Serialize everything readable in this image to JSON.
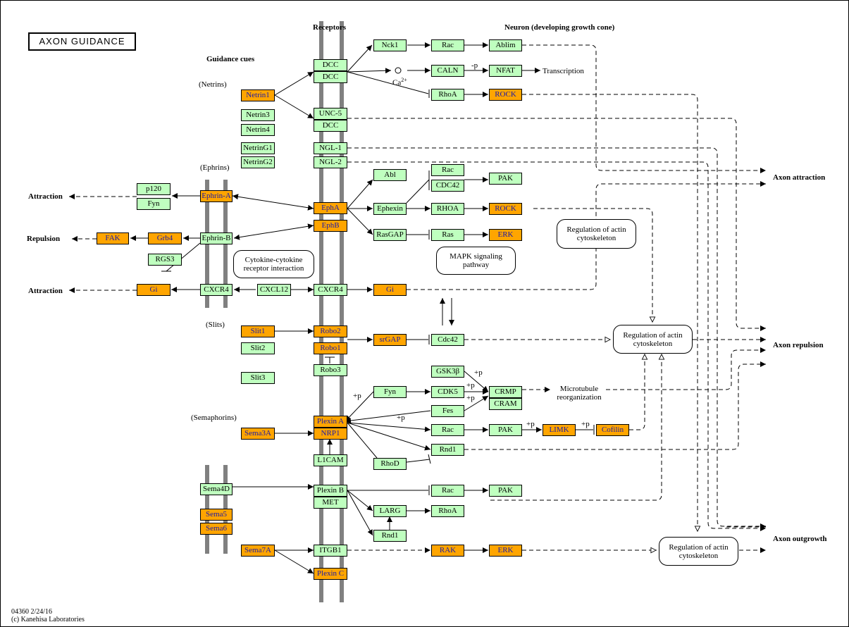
{
  "title": "AXON GUIDANCE",
  "headers": {
    "receptors": "Receptors",
    "neuron": "Neuron (developing growth cone)",
    "guidance_cues": "Guidance cues"
  },
  "groups": {
    "netrins": "(Netrins)",
    "ephrins": "(Ephrins)",
    "slits": "(Slits)",
    "semaphorins": "(Semaphorins)"
  },
  "outcomes": {
    "attraction_1": "Attraction",
    "repulsion": "Repulsion",
    "attraction_2": "Attraction",
    "axon_attraction": "Axon attraction",
    "axon_repulsion": "Axon repulsion",
    "axon_outgrowth": "Axon outgrowth"
  },
  "texts": {
    "transcription": "Transcription",
    "microtubule_1": "Microtubule",
    "microtubule_2": "reorganization",
    "ca": "Ca",
    "ca_sup": "2+"
  },
  "mods": {
    "nfat_p": "-p",
    "gsk_p": "+p",
    "cdk5_p": "+p",
    "fes_p": "+p",
    "fyn_p": "+p",
    "rac_p": "+p",
    "pak_p": "+p",
    "limk_p": "+p"
  },
  "rounded": {
    "cytokine": "Cytokine-cytokine receptor interaction",
    "mapk": "MAPK signaling pathway",
    "reg1": "Regulation of actin cytoskeleton",
    "reg2": "Regulation of actin cytoskeleton",
    "reg3": "Regulation of actin cytoskeleton"
  },
  "footer": {
    "line1": "04360 2/24/16",
    "line2": "(c) Kanehisa Laboratories"
  },
  "colors": {
    "gene_green": "#bfffbf",
    "gene_orange": "#ffa500",
    "membrane": "#808080"
  },
  "genes": {
    "dcc1": "DCC",
    "dcc2": "DCC",
    "unc5": "UNC-5",
    "dcc3": "DCC",
    "ngl1": "NGL-1",
    "ngl2": "NGL-2",
    "epha": "EphA",
    "ephb": "EphB",
    "cxcr4_r": "CXCR4",
    "robo2": "Robo2",
    "robo1": "Robo1",
    "robo3": "Robo3",
    "plexina": "Plexin A",
    "nrp1": "NRP1",
    "l1cam": "L1CAM",
    "plexinb": "Plexin B",
    "met": "MET",
    "itgb1": "ITGB1",
    "plexinc": "Plexin C",
    "netrin1": "Netrin1",
    "netrin3": "Netrin3",
    "netrin4": "Netrin4",
    "netring1": "NetrinG1",
    "netring2": "NetrinG2",
    "ephrina": "Ephrin-A",
    "ephrinb": "Ephrin-B",
    "p120": "p120",
    "fyn_l": "Fyn",
    "grb4": "Grb4",
    "fak": "FAK",
    "rgs3": "RGS3",
    "cxcr4_l": "CXCR4",
    "cxcl12": "CXCL12",
    "gi_l": "Gi",
    "slit1": "Slit1",
    "slit2": "Slit2",
    "slit3": "Slit3",
    "sema3a": "Sema3A",
    "sema4d": "Sema4D",
    "sema5": "Sema5",
    "sema6": "Sema6",
    "sema7a": "Sema7A",
    "nck1": "Nck1",
    "rac1": "Rac",
    "ablim": "Ablim",
    "caln": "CALN",
    "nfat": "NFAT",
    "rhoa1": "RhoA",
    "rock1": "ROCK",
    "abl": "Abl",
    "rac2": "Rac",
    "cdc42a": "CDC42",
    "pak1": "PAK",
    "ephexin": "Ephexin",
    "rhoa2": "RHOA",
    "rock2": "ROCK",
    "rasgap": "RasGAP",
    "ras": "Ras",
    "erk1": "ERK",
    "gi_r": "Gi",
    "srgap": "srGAP",
    "cdc42b": "Cdc42",
    "gsk3b": "GSK3β",
    "fyn_r": "Fyn",
    "cdk5": "CDK5",
    "fes": "Fes",
    "crmp": "CRMP",
    "cram": "CRAM",
    "rac3": "Rac",
    "pak2": "PAK",
    "limk": "LIMK",
    "cofilin": "Cofilin",
    "rnd1a": "Rnd1",
    "rhod": "RhoD",
    "rac4": "Rac",
    "pak3": "PAK",
    "larg": "LARG",
    "rhoa3": "RhoA",
    "rnd1b": "Rnd1",
    "rak": "RAK",
    "erk2": "ERK"
  }
}
